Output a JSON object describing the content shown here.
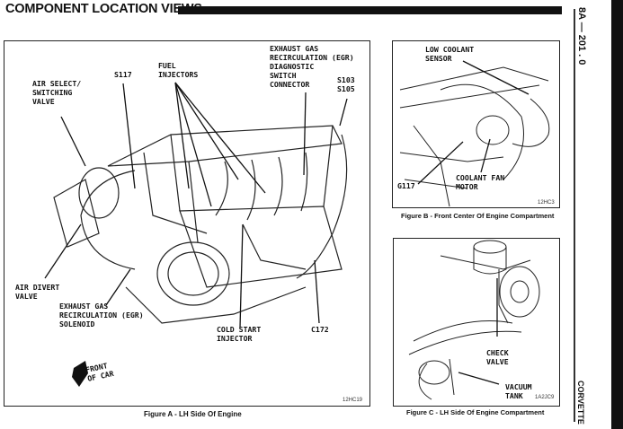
{
  "page": {
    "title": "COMPONENT LOCATION VIEWS",
    "section_number": "8A — 201 . 0",
    "vehicle": "CORVETTE"
  },
  "figure_a": {
    "caption": "Figure A - LH Side Of Engine",
    "code": "12HC19",
    "labels": {
      "air_select": "AIR SELECT/\nSWITCHING\nVALVE",
      "s117": "S117",
      "fuel_injectors": "FUEL\nINJECTORS",
      "egr_diag": "EXHAUST GAS\nRECIRCULATION (EGR)\nDIAGNOSTIC\nSWITCH\nCONNECTOR",
      "s103_s105": "S103\nS105",
      "air_divert": "AIR DIVERT\nVALVE",
      "egr_solenoid": "EXHAUST GAS\nRECIRCULATION (EGR)\nSOLENOID",
      "cold_start": "COLD START\nINJECTOR",
      "c172": "C172",
      "front_of_car": "FRONT\nOF CAR"
    }
  },
  "figure_b": {
    "caption": "Figure B - Front Center Of Engine Compartment",
    "code": "12HC3",
    "labels": {
      "low_coolant": "LOW COOLANT\nSENSOR",
      "g117": "G117",
      "coolant_fan": "COOLANT FAN\nMOTOR"
    }
  },
  "figure_c": {
    "caption": "Figure C - LH Side Of Engine Compartment",
    "code": "1A2JC9",
    "labels": {
      "check_valve": "CHECK\nVALVE",
      "vacuum_tank": "VACUUM\nTANK"
    }
  }
}
